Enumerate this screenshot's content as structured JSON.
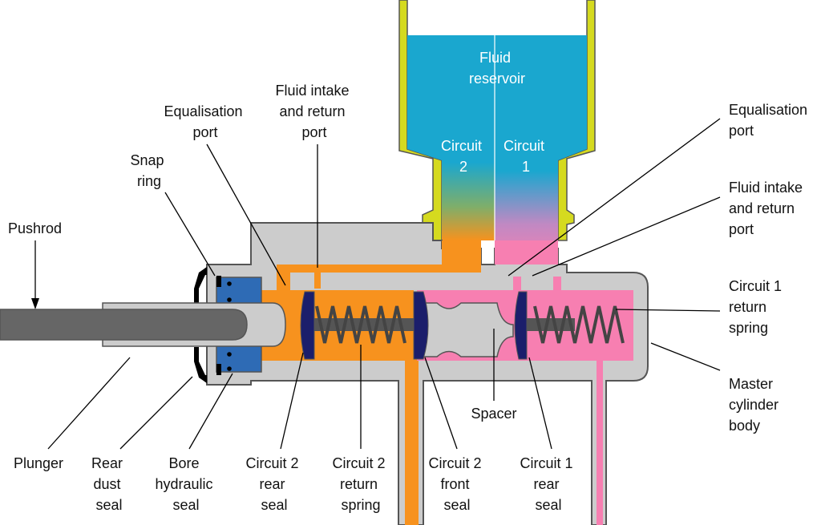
{
  "colors": {
    "body": "#cccccc",
    "outline": "#555555",
    "circuit1_fluid": "#f77fb1",
    "circuit2_fluid": "#f7921e",
    "reservoir_top": "#1aa7cf",
    "reservoir_rim": "#d5da1f",
    "seal": "#1b1e6b",
    "bore_seal": "#2e6bb5",
    "pushrod": "#666666",
    "spring": "#444444"
  },
  "reservoir": {
    "title": [
      "Fluid",
      "reservoir"
    ],
    "circuit2": [
      "Circuit",
      "2"
    ],
    "circuit1": [
      "Circuit",
      "1"
    ]
  },
  "labels": {
    "pushrod": [
      "Pushrod"
    ],
    "snap_ring": [
      "Snap",
      "ring"
    ],
    "equalisation_port_left": [
      "Equalisation",
      "port"
    ],
    "fluid_intake_left": [
      "Fluid intake",
      "and return",
      "port"
    ],
    "equalisation_port_right": [
      "Equalisation",
      "port"
    ],
    "fluid_intake_right": [
      "Fluid intake",
      "and return",
      "port"
    ],
    "circuit1_return_spring": [
      "Circuit 1",
      "return",
      "spring"
    ],
    "master_cylinder_body": [
      "Master",
      "cylinder",
      "body"
    ],
    "spacer": [
      "Spacer"
    ],
    "plunger": [
      "Plunger"
    ],
    "rear_dust_seal": [
      "Rear",
      "dust",
      "seal"
    ],
    "bore_hydraulic_seal": [
      "Bore",
      "hydraulic",
      "seal"
    ],
    "circuit2_rear_seal": [
      "Circuit 2",
      "rear",
      "seal"
    ],
    "circuit2_return_spring": [
      "Circuit 2",
      "return",
      "spring"
    ],
    "circuit2_front_seal": [
      "Circuit 2",
      "front",
      "seal"
    ],
    "circuit1_rear_seal": [
      "Circuit 1",
      "rear",
      "seal"
    ]
  }
}
